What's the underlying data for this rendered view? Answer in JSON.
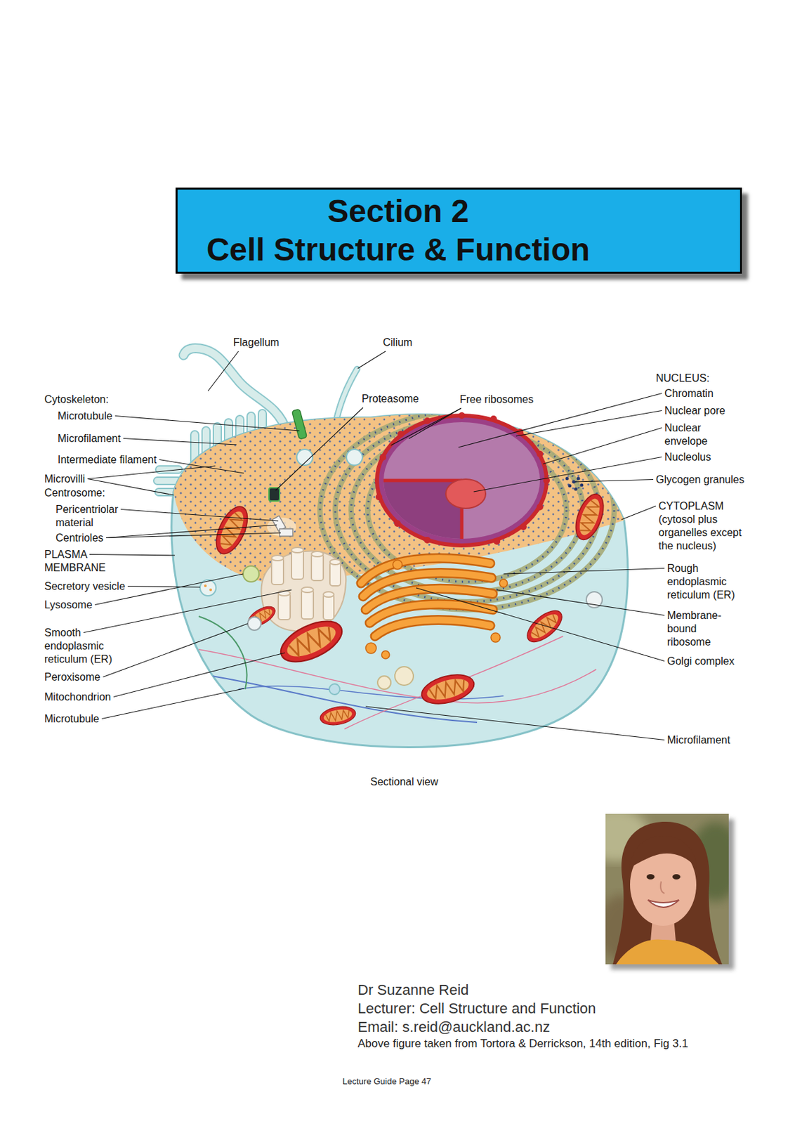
{
  "diagram": {
    "nodes": [
      {
        "text": [
          "Section 2",
          "Cell Structure & Function"
        ]
      }
    ],
    "labels": [
      "Flagellum",
      "Cilium",
      "Cytoskeleton:",
      "Microtubule",
      "Microfilament",
      "Intermediate filament",
      "Microvilli",
      "Centrosome:",
      "Pericentriolar material",
      "Centrioles",
      "PLASMA MEMBRANE",
      "Secretory vesicle",
      "Lysosome",
      "Smooth endoplasmic reticulum (ER)",
      "Peroxisome",
      "Mitochondrion",
      "Microtubule",
      "Proteasome",
      "Free ribosomes",
      "NUCLEUS:",
      "Chromatin",
      "Nuclear pore",
      "Nuclear envelope",
      "Nucleolus",
      "Glycogen granules",
      "CYTOPLASM",
      "(cytosol plus organelles except the nucleus)",
      "Rough endoplasmic reticulum (ER)",
      "Membrane- bound ribosome",
      "Golgi complex",
      "Microfilament",
      "Sectional view",
      "Dr Suzanne Reid",
      "Lecturer: Cell Structure and Function",
      "Email: s.reid@auckland.ac.nz",
      "Above figure taken from Tortora & Derrickson, 14th edition, Fig 3.1",
      "Lecture Guide Page 47"
    ]
  }
}
